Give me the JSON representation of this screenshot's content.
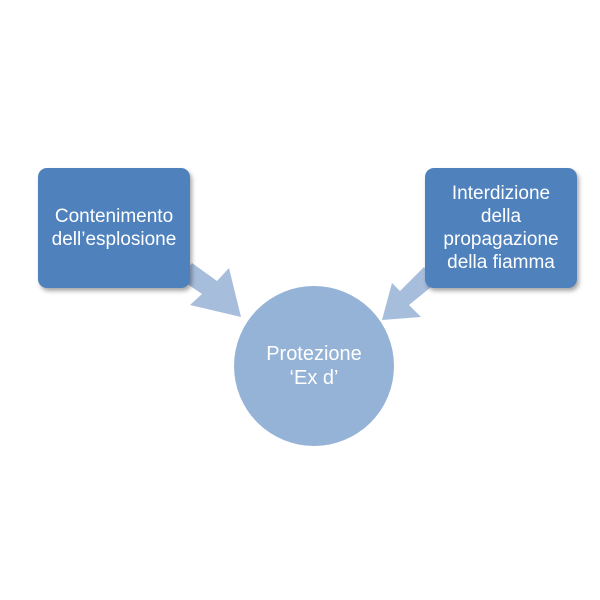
{
  "diagram": {
    "left_box": {
      "lines": [
        "Contenimento",
        "dell’esplosione"
      ]
    },
    "right_box": {
      "lines": [
        "Interdizione",
        "della",
        "propagazione",
        "della fiamma"
      ]
    },
    "center": {
      "lines": [
        "Protezione",
        "‘Ex d’"
      ]
    }
  },
  "colors": {
    "box_fill": "#4f81bd",
    "circle_fill": "#95b3d7",
    "arrow_fill": "#a7bddc",
    "text": "#ffffff"
  }
}
